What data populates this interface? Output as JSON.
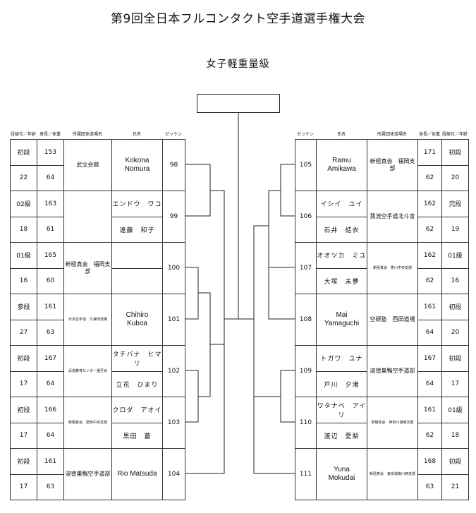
{
  "title": "第9回全日本フルコンタクト空手道選手権大会",
  "division": "女子軽重量級",
  "headers": {
    "left": {
      "rank": "段級位／年齢",
      "body": "身長／体重",
      "club": "所属団体道場名",
      "name": "氏名",
      "bib": "ゼッケン"
    },
    "right": {
      "bib": "ゼッケン",
      "name": "氏名",
      "club": "所属団体道場名",
      "body": "身長／体重",
      "rank": "段級位／年齢"
    }
  },
  "left": [
    {
      "rank": "初段",
      "age": "22",
      "height": "153",
      "weight": "64",
      "club": "武立会館",
      "name_top": "Kokona",
      "name_bottom": "Nomura",
      "latin": true,
      "bib": "98"
    },
    {
      "rank": "02級",
      "age": "18",
      "height": "163",
      "weight": "61",
      "club": "",
      "name_top": "エンドウ　ワコ",
      "name_bottom": "遠藤　和子",
      "latin": false,
      "bib": "99"
    },
    {
      "rank": "01級",
      "age": "16",
      "height": "165",
      "weight": "60",
      "club": "新極真会　福岡支部",
      "name_top": "",
      "name_bottom": "",
      "latin": false,
      "bib": "100"
    },
    {
      "rank": "参段",
      "age": "27",
      "height": "161",
      "weight": "63",
      "club": "日本空手道　久保田道場",
      "name_top": "Chihiro",
      "name_bottom": "Kuboa",
      "latin": true,
      "bib": "101"
    },
    {
      "rank": "初段",
      "age": "17",
      "height": "167",
      "weight": "64",
      "club": "武道教育センター優至会",
      "name_top": "タチバナ　ヒマリ",
      "name_bottom": "立花　ひまり",
      "latin": false,
      "bib": "102"
    },
    {
      "rank": "初段",
      "age": "17",
      "height": "166",
      "weight": "64",
      "club": "新極真会　愛知中央支部",
      "name_top": "クロダ　アオイ",
      "name_bottom": "黒田　蒼",
      "latin": false,
      "bib": "103"
    },
    {
      "rank": "初段",
      "age": "17",
      "height": "161",
      "weight": "63",
      "club": "淑徳巣鴨空手道部",
      "name_top": "Rio Matsuda",
      "name_bottom": "",
      "latin": true,
      "bib": "104"
    }
  ],
  "right": [
    {
      "bib": "105",
      "name_top": "Ramu",
      "name_bottom": "Amikawa",
      "latin": true,
      "club": "新極真会　福岡支部",
      "height": "171",
      "weight": "62",
      "rank": "初段",
      "age": "20"
    },
    {
      "bib": "106",
      "name_top": "イシイ　ユイ",
      "name_bottom": "石井　結衣",
      "latin": false,
      "club": "我流空手道北斗會",
      "height": "162",
      "weight": "62",
      "rank": "弐段",
      "age": "19"
    },
    {
      "bib": "107",
      "name_top": "オオツカ　ミユ",
      "name_bottom": "大塚　未夢",
      "latin": false,
      "club": "新極真会　香川中央支部",
      "height": "162",
      "weight": "62",
      "rank": "01級",
      "age": "16"
    },
    {
      "bib": "108",
      "name_top": "Mai",
      "name_bottom": "Yamaguchi",
      "latin": true,
      "club": "空研塾　西田道場",
      "height": "161",
      "weight": "64",
      "rank": "初段",
      "age": "20"
    },
    {
      "bib": "109",
      "name_top": "トガワ　ユナ",
      "name_bottom": "戸川　夕渚",
      "latin": false,
      "club": "淑徳巣鴨空手道部",
      "height": "167",
      "weight": "64",
      "rank": "初段",
      "age": "17"
    },
    {
      "bib": "110",
      "name_top": "ワタナベ　アイリ",
      "name_bottom": "渡辺　愛梨",
      "latin": false,
      "club": "新極真会　神奈川湘南支部",
      "height": "161",
      "weight": "62",
      "rank": "01級",
      "age": "18"
    },
    {
      "bib": "111",
      "name_top": "Yuna",
      "name_bottom": "Mokudai",
      "latin": true,
      "club": "新極真会　東京城南川崎支部",
      "height": "168",
      "weight": "63",
      "rank": "初段",
      "age": "21"
    }
  ]
}
